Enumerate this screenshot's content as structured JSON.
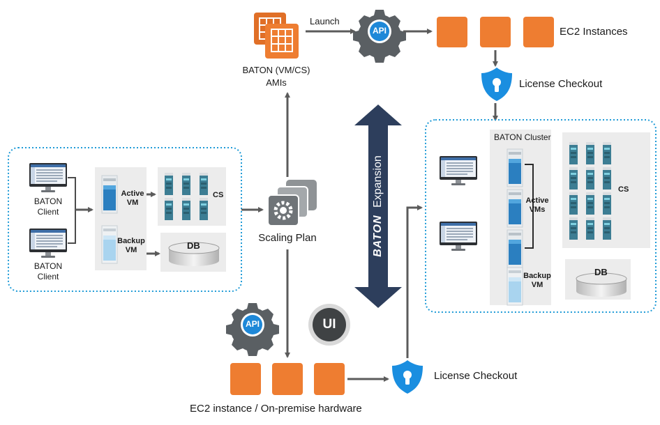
{
  "top": {
    "amis_label_line1": "BATON (VM/CS)",
    "amis_label_line2": "AMIs",
    "launch_label": "Launch",
    "api_label": "API",
    "ec2_instances_label": "EC2 Instances",
    "license_checkout_label": "License Checkout"
  },
  "left_panel": {
    "client_label_line1": "BATON",
    "client_label_line2": "Client",
    "active_vm_line1": "Active",
    "active_vm_line2": "VM",
    "backup_vm_line1": "Backup",
    "backup_vm_line2": "VM",
    "cs_label": "CS",
    "db_label": "DB"
  },
  "center": {
    "scaling_plan_label": "Scaling Plan",
    "expansion_brand": "BATON",
    "expansion_word": "Expansion"
  },
  "bottom": {
    "api_label": "API",
    "ui_label": "UI",
    "ec2_hardware_label": "EC2 instance / On-premise hardware",
    "license_checkout_label": "License Checkout"
  },
  "right_panel": {
    "cluster_title": "BATON Cluster",
    "active_vms_line1": "Active",
    "active_vms_line2": "VMs",
    "backup_vm_line1": "Backup",
    "backup_vm_line2": "VM",
    "cs_label": "CS",
    "db_label": "DB"
  },
  "colors": {
    "orange": "#ee7d31",
    "gray_gear": "#5a5f63",
    "api_blue": "#1e88d8",
    "shield_blue": "#1a8ee0",
    "expansion_navy": "#2d3e5c",
    "dotted_border": "#1f9bd7",
    "arrow_gray": "#5b5b5b",
    "panel_gray": "#ececec"
  }
}
